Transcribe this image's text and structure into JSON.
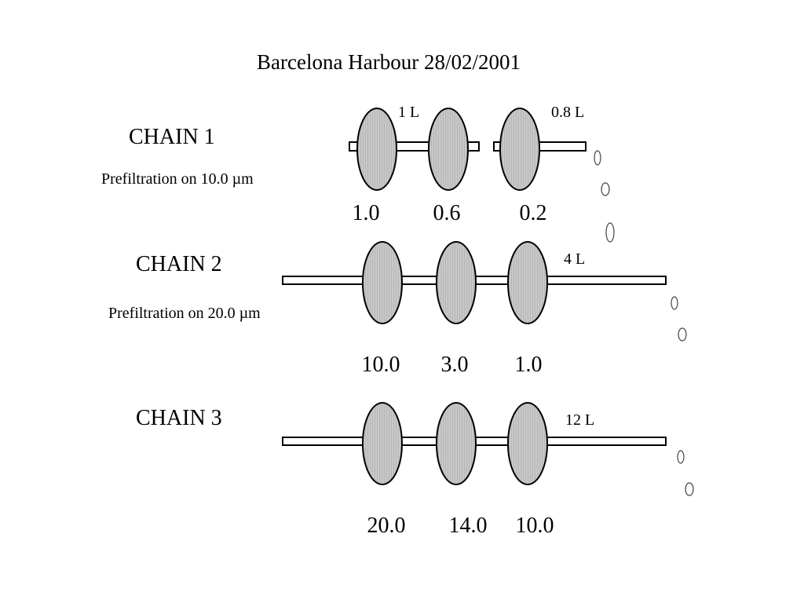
{
  "title": "Barcelona Harbour 28/02/2001",
  "colors": {
    "filter_fill": "#c8c8c8",
    "line": "#000000"
  },
  "chains": [
    {
      "label": "CHAIN 1",
      "prefiltration": "Prefiltration on 10.0 µm",
      "volumes": [
        "1 L",
        "0.8 L"
      ],
      "pore_sizes": [
        "1.0",
        "0.6",
        "0.2"
      ]
    },
    {
      "label": "CHAIN 2",
      "prefiltration": "Prefiltration on 20.0 µm",
      "volumes": [
        "4 L"
      ],
      "pore_sizes": [
        "10.0",
        "3.0",
        "1.0"
      ]
    },
    {
      "label": "CHAIN 3",
      "prefiltration": "",
      "volumes": [
        "12 L"
      ],
      "pore_sizes": [
        "20.0",
        "14.0",
        "10.0"
      ]
    }
  ]
}
